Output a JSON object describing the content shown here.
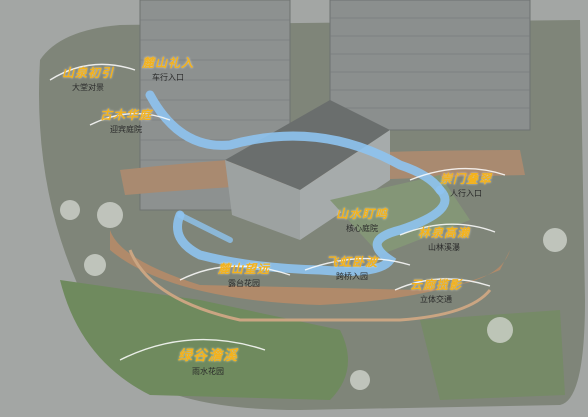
{
  "labels": [
    {
      "id": "shanquan",
      "title": "山泉初引",
      "sub": "大堂对景"
    },
    {
      "id": "lushan",
      "title": "麓山礼入",
      "sub": "车行入口"
    },
    {
      "id": "gumu",
      "title": "古木华庭",
      "sub": "迎宾庭院"
    },
    {
      "id": "chongmen",
      "title": "崇门叠翠",
      "sub": "人行入口"
    },
    {
      "id": "shanshui",
      "title": "山水盯鸣",
      "sub": "核心庭院"
    },
    {
      "id": "linquan",
      "title": "林泉高濑",
      "sub": "山林溪瀑"
    },
    {
      "id": "lushanwang",
      "title": "麓山望远",
      "sub": "露台花园"
    },
    {
      "id": "feihong",
      "title": "飞虹卧波",
      "sub": "跨桥入园"
    },
    {
      "id": "yunlang",
      "title": "云廊揽影",
      "sub": "立体交通"
    },
    {
      "id": "lvgu",
      "title": "绿谷澹溪",
      "sub": "雨水花园"
    }
  ],
  "colors": {
    "water": "#8ec3ef",
    "title": "#f4b21c",
    "building": "#8f9391",
    "ground": "#7a8a6c",
    "deck": "#b08a6a"
  }
}
